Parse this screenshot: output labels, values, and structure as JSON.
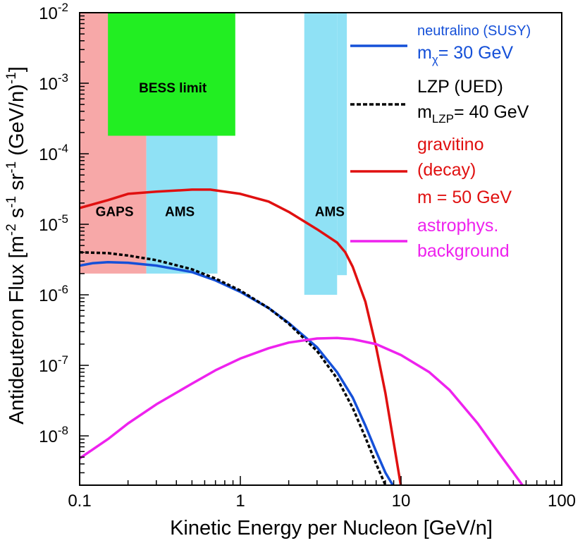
{
  "chart_data": {
    "type": "line",
    "xlabel": "Kinetic Energy per Nucleon [GeV/n]",
    "ylabel_parts": [
      "Antideuteron Flux [m",
      "-2",
      " s",
      "-1",
      " sr",
      "-1",
      " (GeV/n)",
      "-1",
      "]"
    ],
    "x_scale": "log",
    "y_scale": "log",
    "xlim": [
      0.1,
      100
    ],
    "ylim": [
      2e-09,
      0.01
    ],
    "x_ticks": [
      {
        "value": 0.1,
        "label": "0.1"
      },
      {
        "value": 1,
        "label": "1"
      },
      {
        "value": 10,
        "label": "10"
      },
      {
        "value": 100,
        "label": "100"
      }
    ],
    "y_ticks": [
      {
        "value": 0.01,
        "base": "10",
        "exp": "-2"
      },
      {
        "value": 0.001,
        "base": "10",
        "exp": "-3"
      },
      {
        "value": 0.0001,
        "base": "10",
        "exp": "-4"
      },
      {
        "value": 1e-05,
        "base": "10",
        "exp": "-5"
      },
      {
        "value": 1e-06,
        "base": "10",
        "exp": "-6"
      },
      {
        "value": 1e-07,
        "base": "10",
        "exp": "-7"
      },
      {
        "value": 1e-08,
        "base": "10",
        "exp": "-8"
      }
    ],
    "regions": [
      {
        "id": "gaps",
        "label": "GAPS",
        "color": "#f7a8a8",
        "x": [
          0.1,
          0.26
        ],
        "y": [
          2e-06,
          0.01
        ]
      },
      {
        "id": "ams-low",
        "label": "AMS",
        "color": "#8fe1f5",
        "x": [
          0.26,
          0.72
        ],
        "y": [
          2e-06,
          0.0002
        ]
      },
      {
        "id": "bess",
        "label": "BESS limit",
        "color": "#22ee22",
        "x": [
          0.15,
          0.93
        ],
        "y": [
          0.00018,
          0.01
        ]
      },
      {
        "id": "ams-high-a",
        "label": "AMS",
        "color": "#8fe1f5",
        "x": [
          2.5,
          4.0
        ],
        "y": [
          1e-06,
          0.01
        ]
      },
      {
        "id": "ams-high-b",
        "label": "",
        "color": "#8fe1f5",
        "x": [
          4.0,
          4.6
        ],
        "y": [
          1.9e-06,
          0.01
        ]
      }
    ],
    "series": [
      {
        "id": "neutralino",
        "color": "#1550d8",
        "dash": "",
        "points": [
          [
            0.1,
            2.6e-06
          ],
          [
            0.12,
            2.8e-06
          ],
          [
            0.15,
            2.9e-06
          ],
          [
            0.2,
            2.85e-06
          ],
          [
            0.3,
            2.6e-06
          ],
          [
            0.5,
            2.1e-06
          ],
          [
            0.7,
            1.6e-06
          ],
          [
            1,
            1.1e-06
          ],
          [
            1.5,
            6.5e-07
          ],
          [
            2,
            4e-07
          ],
          [
            3,
            1.8e-07
          ],
          [
            4,
            8e-08
          ],
          [
            5,
            3.5e-08
          ],
          [
            6,
            1.4e-08
          ],
          [
            7,
            6e-09
          ],
          [
            8,
            3e-09
          ],
          [
            9,
            1.9e-09
          ]
        ]
      },
      {
        "id": "lzp",
        "color": "#000000",
        "dash": "5,3",
        "points": [
          [
            0.1,
            4e-06
          ],
          [
            0.15,
            3.9e-06
          ],
          [
            0.2,
            3.6e-06
          ],
          [
            0.3,
            3.1e-06
          ],
          [
            0.5,
            2.3e-06
          ],
          [
            0.7,
            1.7e-06
          ],
          [
            1,
            1.15e-06
          ],
          [
            1.5,
            6.5e-07
          ],
          [
            2,
            3.9e-07
          ],
          [
            3,
            1.6e-07
          ],
          [
            4,
            6.5e-08
          ],
          [
            5,
            2.5e-08
          ],
          [
            6,
            9.5e-09
          ],
          [
            7,
            4e-09
          ],
          [
            8,
            2e-09
          ]
        ]
      },
      {
        "id": "gravitino",
        "color": "#e01010",
        "dash": "",
        "points": [
          [
            0.1,
            1.7e-05
          ],
          [
            0.15,
            2.2e-05
          ],
          [
            0.2,
            2.7e-05
          ],
          [
            0.3,
            2.9e-05
          ],
          [
            0.5,
            3.1e-05
          ],
          [
            0.65,
            3.1e-05
          ],
          [
            1,
            2.7e-05
          ],
          [
            1.5,
            2.1e-05
          ],
          [
            2,
            1.5e-05
          ],
          [
            3,
            8.5e-06
          ],
          [
            4,
            5.5e-06
          ],
          [
            4.5,
            4e-06
          ],
          [
            5,
            2.5e-06
          ],
          [
            6,
            8e-07
          ],
          [
            7,
            1.8e-07
          ],
          [
            8,
            4e-08
          ],
          [
            9,
            8e-09
          ],
          [
            10,
            1.9e-09
          ]
        ]
      },
      {
        "id": "background",
        "color": "#ee22ee",
        "dash": "",
        "points": [
          [
            0.1,
            4.8e-09
          ],
          [
            0.15,
            9e-09
          ],
          [
            0.2,
            1.5e-08
          ],
          [
            0.3,
            2.8e-08
          ],
          [
            0.5,
            5.5e-08
          ],
          [
            0.7,
            8.5e-08
          ],
          [
            1,
            1.25e-07
          ],
          [
            1.5,
            1.75e-07
          ],
          [
            2,
            2.1e-07
          ],
          [
            3,
            2.4e-07
          ],
          [
            4,
            2.45e-07
          ],
          [
            5,
            2.35e-07
          ],
          [
            7,
            2e-07
          ],
          [
            10,
            1.4e-07
          ],
          [
            15,
            8e-08
          ],
          [
            20,
            4.5e-08
          ],
          [
            30,
            1.5e-08
          ],
          [
            40,
            6e-09
          ],
          [
            50,
            3e-09
          ],
          [
            57,
            2e-09
          ]
        ]
      }
    ],
    "legend": [
      {
        "id": "neutralino",
        "color": "#1550d8",
        "dash": "",
        "lines": [
          [
            {
              "t": "neutralino (SUSY)",
              "size": 20
            }
          ],
          [
            {
              "t": "m"
            },
            {
              "t": "χ",
              "sub": true
            },
            {
              "t": "= 30 GeV"
            }
          ]
        ]
      },
      {
        "id": "lzp",
        "color": "#000000",
        "dash": "6,3",
        "lines": [
          [
            {
              "t": "LZP (UED)"
            }
          ],
          [
            {
              "t": "m"
            },
            {
              "t": "LZP",
              "sub": true
            },
            {
              "t": "= 40 GeV"
            }
          ]
        ]
      },
      {
        "id": "gravitino",
        "color": "#e01010",
        "dash": "",
        "lines": [
          [
            {
              "t": "gravitino"
            }
          ],
          [
            {
              "t": "(decay)"
            }
          ],
          [
            {
              "t": "m = 50 GeV"
            }
          ]
        ]
      },
      {
        "id": "background",
        "color": "#ee22ee",
        "dash": "",
        "lines": [
          [
            {
              "t": "astrophys."
            }
          ],
          [
            {
              "t": "background"
            }
          ]
        ]
      }
    ]
  }
}
